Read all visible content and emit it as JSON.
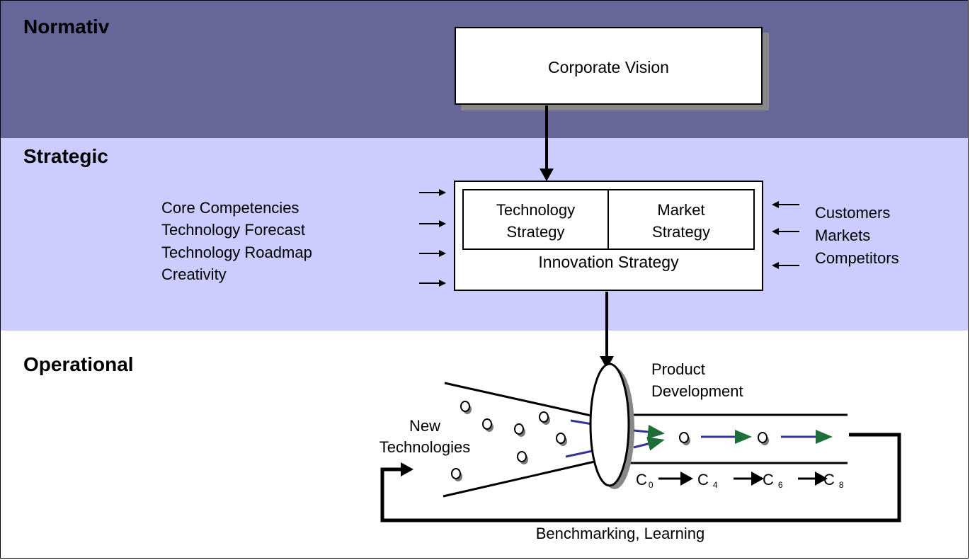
{
  "layers": {
    "normativ": "Normativ",
    "strategic": "Strategic",
    "operational": "Operational"
  },
  "corporate_vision": "Corporate Vision",
  "innovation": {
    "technology_strategy": [
      "Technology",
      "Strategy"
    ],
    "market_strategy": [
      "Market",
      "Strategy"
    ],
    "innovation_strategy": "Innovation Strategy"
  },
  "left_inputs": [
    "Core Competencies",
    "Technology Forecast",
    "Technology Roadmap",
    "Creativity"
  ],
  "right_inputs": [
    "Customers",
    "Markets",
    "Competitors"
  ],
  "funnel": {
    "new_technologies": [
      "New",
      "Technologies"
    ],
    "product_development": [
      "Product",
      "Development"
    ],
    "stages": [
      {
        "letter": "C",
        "sub": "0"
      },
      {
        "letter": "C",
        "sub": "4"
      },
      {
        "letter": "C",
        "sub": "6"
      },
      {
        "letter": "C",
        "sub": "8"
      }
    ],
    "feedback": "Benchmarking, Learning"
  },
  "colors": {
    "normativ_band": "#666699",
    "strategic_band": "#ccccff",
    "operational_band": "#ffffff",
    "flow_blue": "#333399",
    "arrow_green": "#1e6e3a"
  }
}
